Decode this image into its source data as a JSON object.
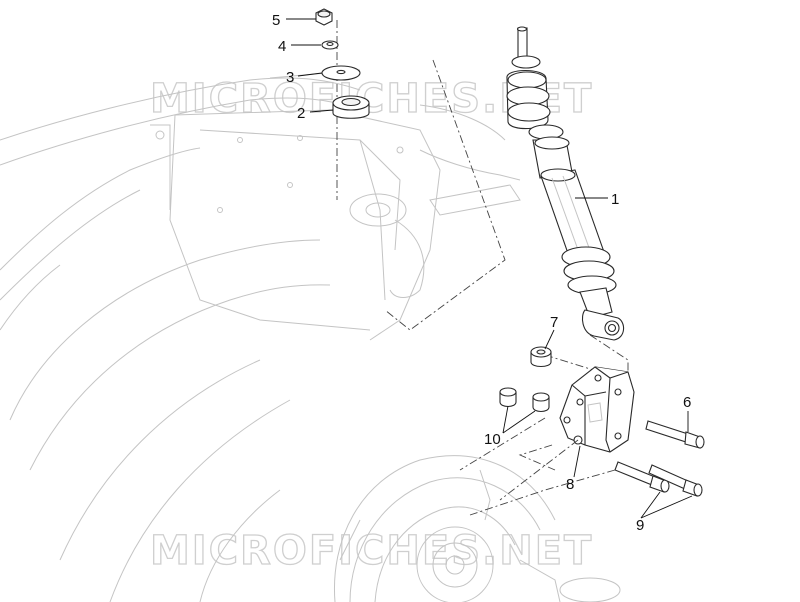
{
  "watermark": "MICROFICHES.NET",
  "colors": {
    "line": "#2a2a2a",
    "frame": "#c4c4c4",
    "watermark": "#cfcfcf"
  },
  "callouts": [
    {
      "id": "1",
      "label": "1"
    },
    {
      "id": "2",
      "label": "2"
    },
    {
      "id": "3",
      "label": "3"
    },
    {
      "id": "4",
      "label": "4"
    },
    {
      "id": "5",
      "label": "5"
    },
    {
      "id": "6",
      "label": "6"
    },
    {
      "id": "7",
      "label": "7"
    },
    {
      "id": "8",
      "label": "8"
    },
    {
      "id": "9",
      "label": "9"
    },
    {
      "id": "10",
      "label": "10"
    }
  ]
}
